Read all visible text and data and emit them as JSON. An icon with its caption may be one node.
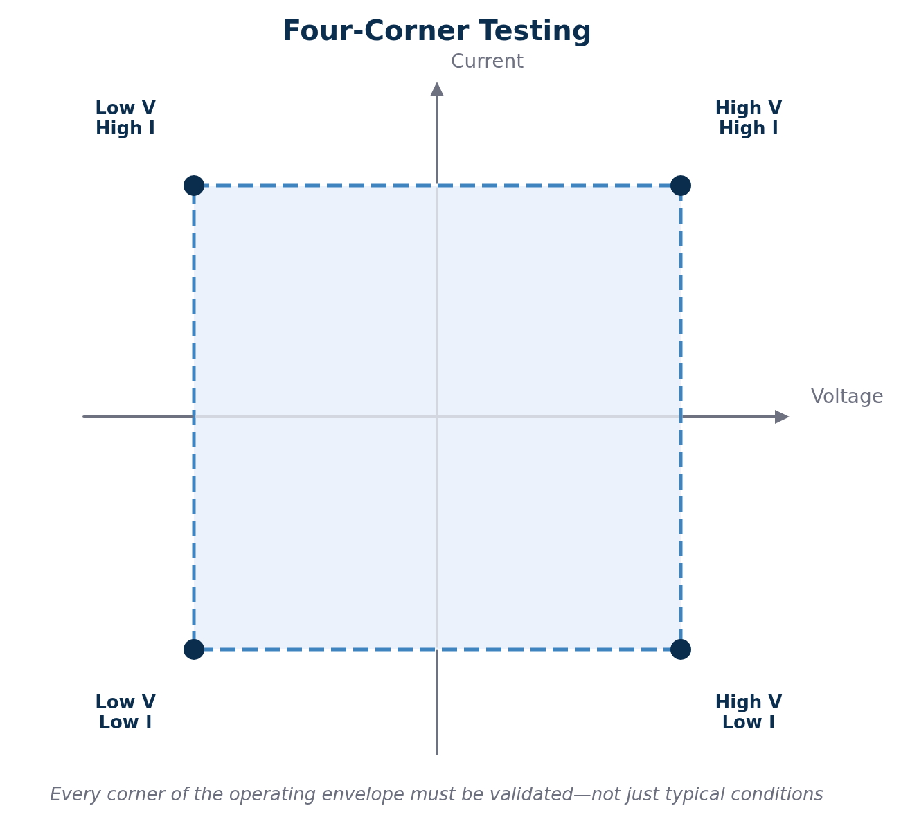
{
  "diagram": {
    "title": "Four-Corner Testing",
    "caption": "Every corner of the operating envelope must be validated—not just typical conditions",
    "labels": [
      "Current",
      "Low V High I",
      "High V High I",
      "Voltage",
      "Low V Low I",
      "High V Low I"
    ]
  }
}
